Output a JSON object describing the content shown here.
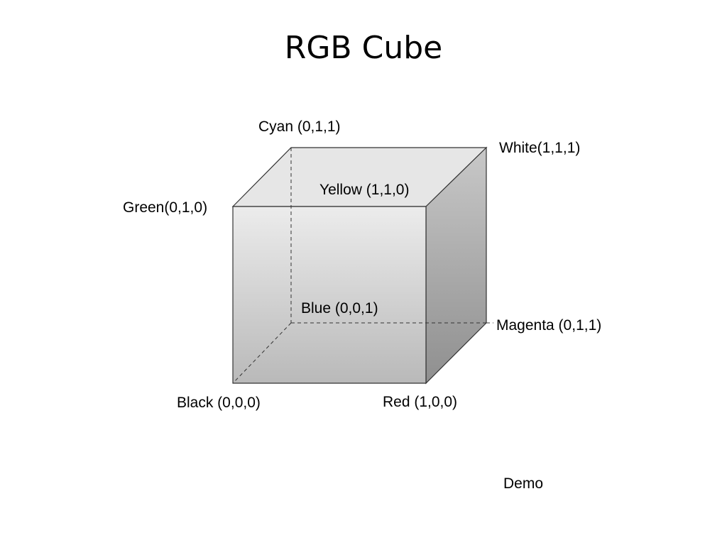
{
  "slide": {
    "title": "RGB Cube",
    "demo_link": "Demo"
  },
  "cube": {
    "vertex_labels": {
      "cyan": "Cyan (0,1,1)",
      "white": "White(1,1,1)",
      "yellow": "Yellow (1,1,0)",
      "green": "Green(0,1,0)",
      "blue": "Blue (0,0,1)",
      "magenta": "Magenta (0,1,1)",
      "black": "Black (0,0,0)",
      "red": "Red (1,0,0)"
    },
    "colors": {
      "edge": "#333333",
      "front_face_top": "#ececec",
      "front_face_bottom": "#b9b9b9",
      "side_face_top": "#c8c8c8",
      "side_face_bottom": "#8f8f8f",
      "top_face": "#e6e6e6"
    }
  }
}
